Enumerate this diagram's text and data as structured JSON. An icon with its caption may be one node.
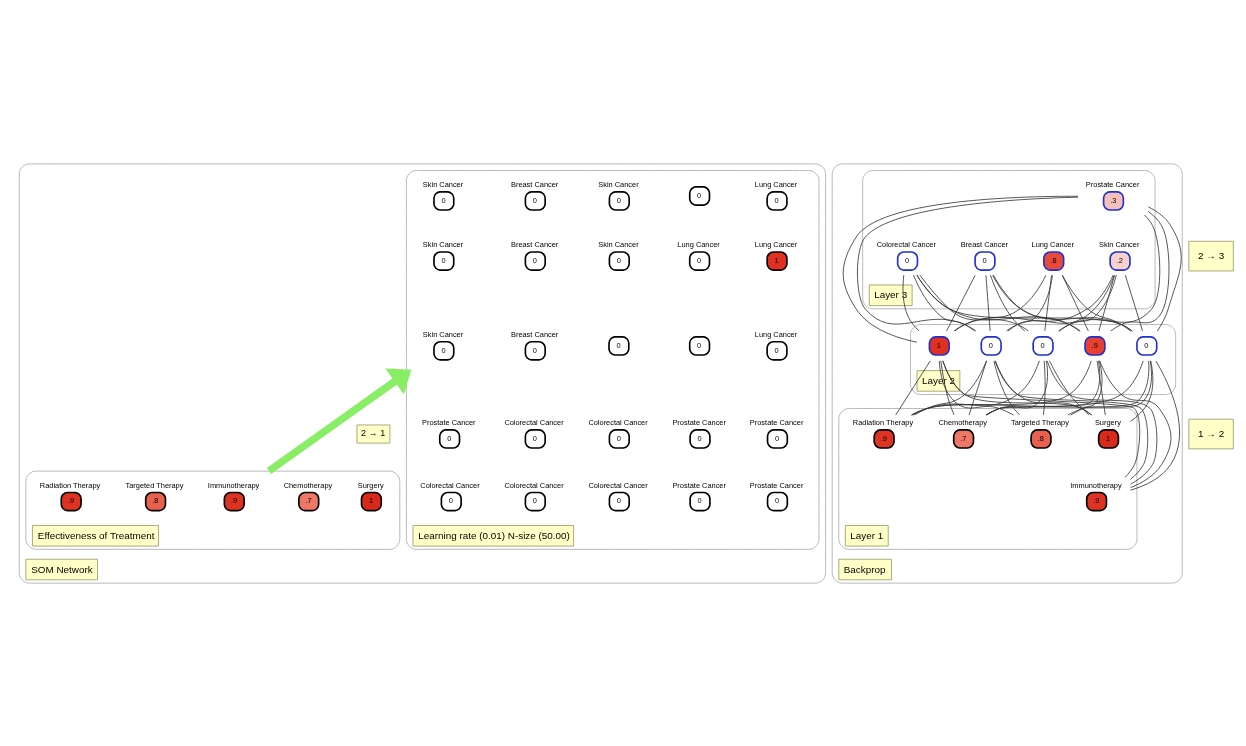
{
  "diagram": {
    "nodes": [
      {
        "text": [
          "SOM Network"
        ]
      },
      {
        "text": [
          "Learning rate (0.01) N-size (50.00)"
        ],
        "in": 0
      },
      {
        "text": [
          "Lung Cancer",
          "0"
        ],
        "in": 1
      },
      {
        "text": [
          "0"
        ],
        "in": 1
      },
      {
        "text": [
          "Skin Cancer",
          "0"
        ],
        "in": 1
      },
      {
        "text": [
          "Skin Cancer",
          "0"
        ],
        "in": 1
      },
      {
        "text": [
          "Breast Cancer",
          "0"
        ],
        "in": 1
      },
      {
        "text": [
          "Lung Cancer",
          "1"
        ],
        "in": 1
      },
      {
        "text": [
          "Lung Cancer",
          "0"
        ],
        "in": 1
      },
      {
        "text": [
          "Skin Cancer",
          "0"
        ],
        "in": 1
      },
      {
        "text": [
          "Skin Cancer",
          "0"
        ],
        "in": 1
      },
      {
        "text": [
          "Breast Cancer",
          "0"
        ],
        "in": 1
      },
      {
        "text": [
          "Lung Cancer",
          "0"
        ],
        "in": 1
      },
      {
        "text": [
          "0"
        ],
        "in": 1
      },
      {
        "text": [
          "Skin Cancer",
          "0"
        ],
        "in": 1
      },
      {
        "text": [
          "0"
        ],
        "in": 1
      },
      {
        "text": [
          "Breast Cancer",
          "0"
        ],
        "in": 1
      },
      {
        "text": [
          "Prostate Cancer",
          "0"
        ],
        "in": 1
      },
      {
        "text": [
          "Prostate Cancer",
          "0"
        ],
        "in": 1
      },
      {
        "text": [
          "Prostate Cancer",
          "0"
        ],
        "in": 1
      },
      {
        "text": [
          "Colorectal Cancer",
          "0"
        ],
        "in": 1
      },
      {
        "text": [
          "Colorectal Cancer",
          "0"
        ],
        "in": 1
      },
      {
        "text": [
          "Prostate Cancer",
          "0"
        ],
        "in": 1
      },
      {
        "text": [
          "Prostate Cancer",
          "0"
        ],
        "in": 1
      },
      {
        "text": [
          "Colorectal Cancer",
          "0"
        ],
        "in": 1
      },
      {
        "text": [
          "Colorectal Cancer",
          "0"
        ],
        "in": 1
      },
      {
        "text": [
          "Colorectal Cancer",
          "0"
        ],
        "in": 1
      },
      {
        "text": [
          "Effectiveness of Treatment"
        ],
        "in": 0
      },
      {
        "text": [
          "Surgery",
          "1"
        ],
        "in": 27
      },
      {
        "text": [
          "Chemotherapy",
          ".7"
        ],
        "in": 27
      },
      {
        "text": [
          "Immunotherapy",
          ".9"
        ],
        "in": 27
      },
      {
        "text": [
          "Targeted Therapy",
          ".8"
        ],
        "in": 27
      },
      {
        "text": [
          "Radiation Therapy",
          ".9"
        ],
        "in": 27
      },
      {
        "text": [
          "Backprop"
        ]
      },
      {
        "text": [
          "Layer 3"
        ],
        "in": 33
      },
      {
        "text": [
          "Skin Cancer",
          ".2"
        ],
        "in": 34
      },
      {
        "text": [
          "Lung Cancer",
          ".8"
        ],
        "in": 34
      },
      {
        "text": [
          "Prostate Cancer",
          ".3"
        ],
        "in": 34
      },
      {
        "text": [
          "Breast Cancer",
          "0"
        ],
        "in": 34
      },
      {
        "text": [
          "Colorectal Cancer",
          "0"
        ],
        "in": 34
      },
      {
        "text": [
          "Layer 2"
        ],
        "in": 33
      },
      {
        "text": [
          "1"
        ],
        "in": 40
      },
      {
        "text": [
          "0"
        ],
        "in": 40
      },
      {
        "text": [
          "0"
        ],
        "in": 40
      },
      {
        "text": [
          ".9"
        ],
        "in": 40
      },
      {
        "text": [
          "0"
        ],
        "in": 40
      },
      {
        "text": [
          "Layer 1"
        ],
        "in": 33
      },
      {
        "text": [
          "Surgery",
          "1"
        ],
        "in": 46
      },
      {
        "text": [
          "Chemotherapy",
          ".7"
        ],
        "in": 46
      },
      {
        "text": [
          "Immunotherapy",
          ".9"
        ],
        "in": 46
      },
      {
        "text": [
          "Targeted Therapy",
          ".8"
        ],
        "in": 46
      },
      {
        "text": [
          "Radiation Therapy",
          ".9"
        ],
        "in": 46
      }
    ],
    "edges": [
      {
        "from": 27,
        "to": 1,
        "arrow": "to",
        "label": "2 → 1",
        "style": "thick",
        "color": "#88ee66"
      },
      {
        "from": 47,
        "to": 41,
        "arrow": "none"
      },
      {
        "from": 47,
        "to": 42,
        "arrow": "none"
      },
      {
        "from": 47,
        "to": 43,
        "arrow": "none"
      },
      {
        "from": 47,
        "to": 44,
        "arrow": "none"
      },
      {
        "from": 47,
        "to": 45,
        "arrow": "none"
      },
      {
        "from": 48,
        "to": 41,
        "arrow": "none"
      },
      {
        "from": 48,
        "to": 42,
        "arrow": "none"
      },
      {
        "from": 48,
        "to": 43,
        "arrow": "none"
      },
      {
        "from": 48,
        "to": 44,
        "arrow": "none"
      },
      {
        "from": 48,
        "to": 45,
        "arrow": "none"
      },
      {
        "from": 49,
        "to": 41,
        "arrow": "none"
      },
      {
        "from": 49,
        "to": 42,
        "arrow": "none"
      },
      {
        "from": 49,
        "to": 43,
        "arrow": "none"
      },
      {
        "from": 49,
        "to": 44,
        "arrow": "none"
      },
      {
        "from": 49,
        "to": 45,
        "arrow": "none"
      },
      {
        "from": 50,
        "to": 41,
        "arrow": "none"
      },
      {
        "from": 50,
        "to": 42,
        "arrow": "none"
      },
      {
        "from": 50,
        "to": 43,
        "arrow": "none"
      },
      {
        "from": 50,
        "to": 44,
        "arrow": "none"
      },
      {
        "from": 50,
        "to": 45,
        "arrow": "none"
      },
      {
        "from": 51,
        "to": 41,
        "arrow": "none"
      },
      {
        "from": 51,
        "to": 42,
        "arrow": "none"
      },
      {
        "from": 51,
        "to": 43,
        "arrow": "none"
      },
      {
        "from": 51,
        "to": 44,
        "arrow": "none"
      },
      {
        "from": 51,
        "to": 45,
        "arrow": "none"
      },
      {
        "from": 41,
        "to": 35,
        "arrow": "none"
      },
      {
        "from": 41,
        "to": 36,
        "arrow": "none"
      },
      {
        "from": 41,
        "to": 37,
        "arrow": "none"
      },
      {
        "from": 41,
        "to": 38,
        "arrow": "none"
      },
      {
        "from": 41,
        "to": 39,
        "arrow": "none"
      },
      {
        "from": 42,
        "to": 35,
        "arrow": "none"
      },
      {
        "from": 42,
        "to": 36,
        "arrow": "none"
      },
      {
        "from": 42,
        "to": 37,
        "arrow": "none"
      },
      {
        "from": 42,
        "to": 38,
        "arrow": "none"
      },
      {
        "from": 42,
        "to": 39,
        "arrow": "none"
      },
      {
        "from": 43,
        "to": 35,
        "arrow": "none"
      },
      {
        "from": 43,
        "to": 36,
        "arrow": "none"
      },
      {
        "from": 43,
        "to": 37,
        "arrow": "none"
      },
      {
        "from": 43,
        "to": 38,
        "arrow": "none"
      },
      {
        "from": 43,
        "to": 39,
        "arrow": "none"
      },
      {
        "from": 44,
        "to": 35,
        "arrow": "none"
      },
      {
        "from": 44,
        "to": 36,
        "arrow": "none"
      },
      {
        "from": 44,
        "to": 37,
        "arrow": "none"
      },
      {
        "from": 44,
        "to": 38,
        "arrow": "none"
      },
      {
        "from": 44,
        "to": 39,
        "arrow": "none"
      },
      {
        "from": 45,
        "to": 35,
        "arrow": "none"
      },
      {
        "from": 45,
        "to": 36,
        "arrow": "none"
      },
      {
        "from": 45,
        "to": 37,
        "arrow": "none"
      },
      {
        "from": 45,
        "to": 38,
        "arrow": "none"
      },
      {
        "from": 45,
        "to": 39,
        "arrow": "none"
      }
    ],
    "labels": [
      "2 → 3",
      "1 → 2"
    ]
  }
}
